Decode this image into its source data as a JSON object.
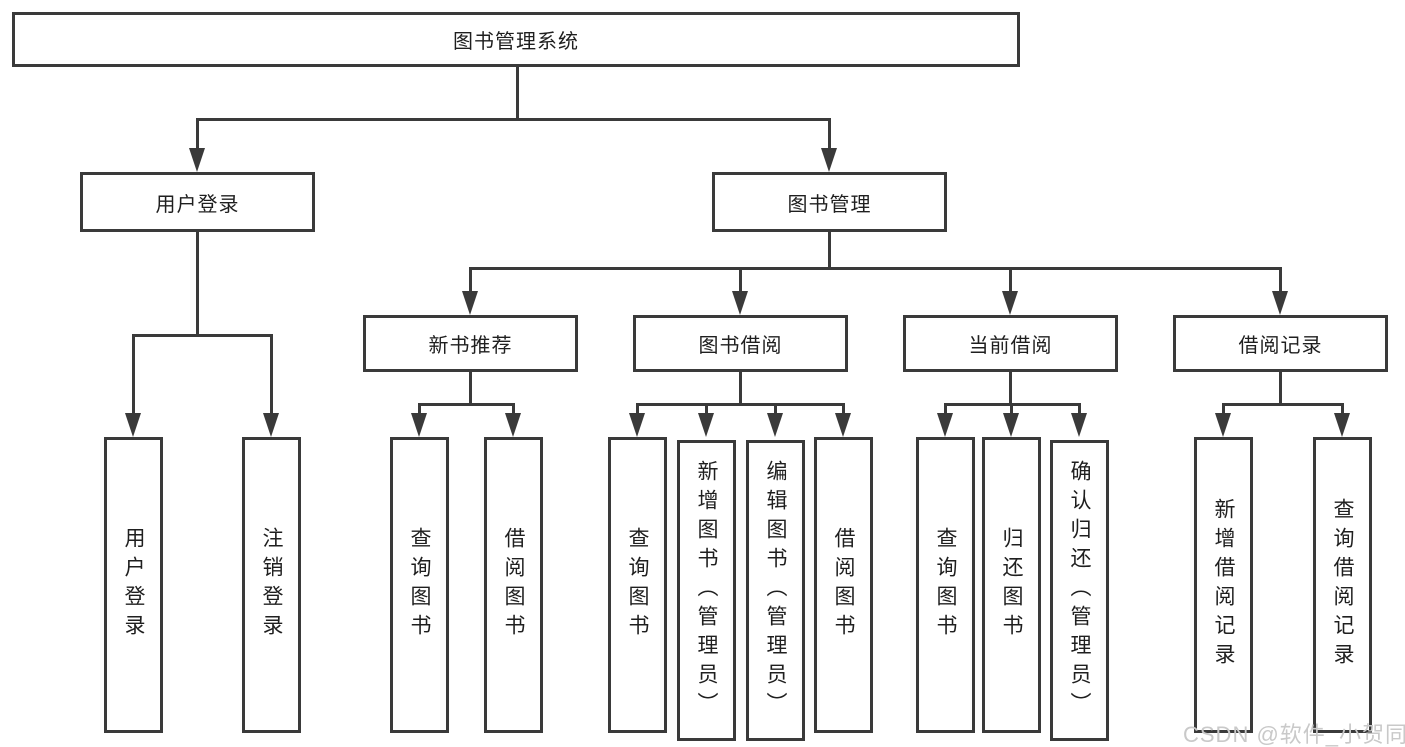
{
  "tree": {
    "root": "图书管理系统",
    "level2": {
      "user_login": "用户登录",
      "book_mgmt": "图书管理"
    },
    "level3": {
      "new_books": "新书推荐",
      "borrowing": "图书借阅",
      "current": "当前借阅",
      "records": "借阅记录"
    },
    "leaves": {
      "login": [
        "用户登录",
        "注销登录"
      ],
      "new_books": [
        "查询图书",
        "借阅图书"
      ],
      "borrowing": [
        "查询图书",
        "新增图书（管理员）",
        "编辑图书（管理员）",
        "借阅图书"
      ],
      "current": [
        "查询图书",
        "归还图书",
        "确认归还（管理员）"
      ],
      "records": [
        "新增借阅记录",
        "查询借阅记录"
      ]
    }
  },
  "watermark": "CSDN @软件_小贺同学",
  "colors": {
    "line": "#3a3a3a",
    "text": "#1f1f1f",
    "watermark": "#c9c9c9",
    "background": "#ffffff"
  }
}
